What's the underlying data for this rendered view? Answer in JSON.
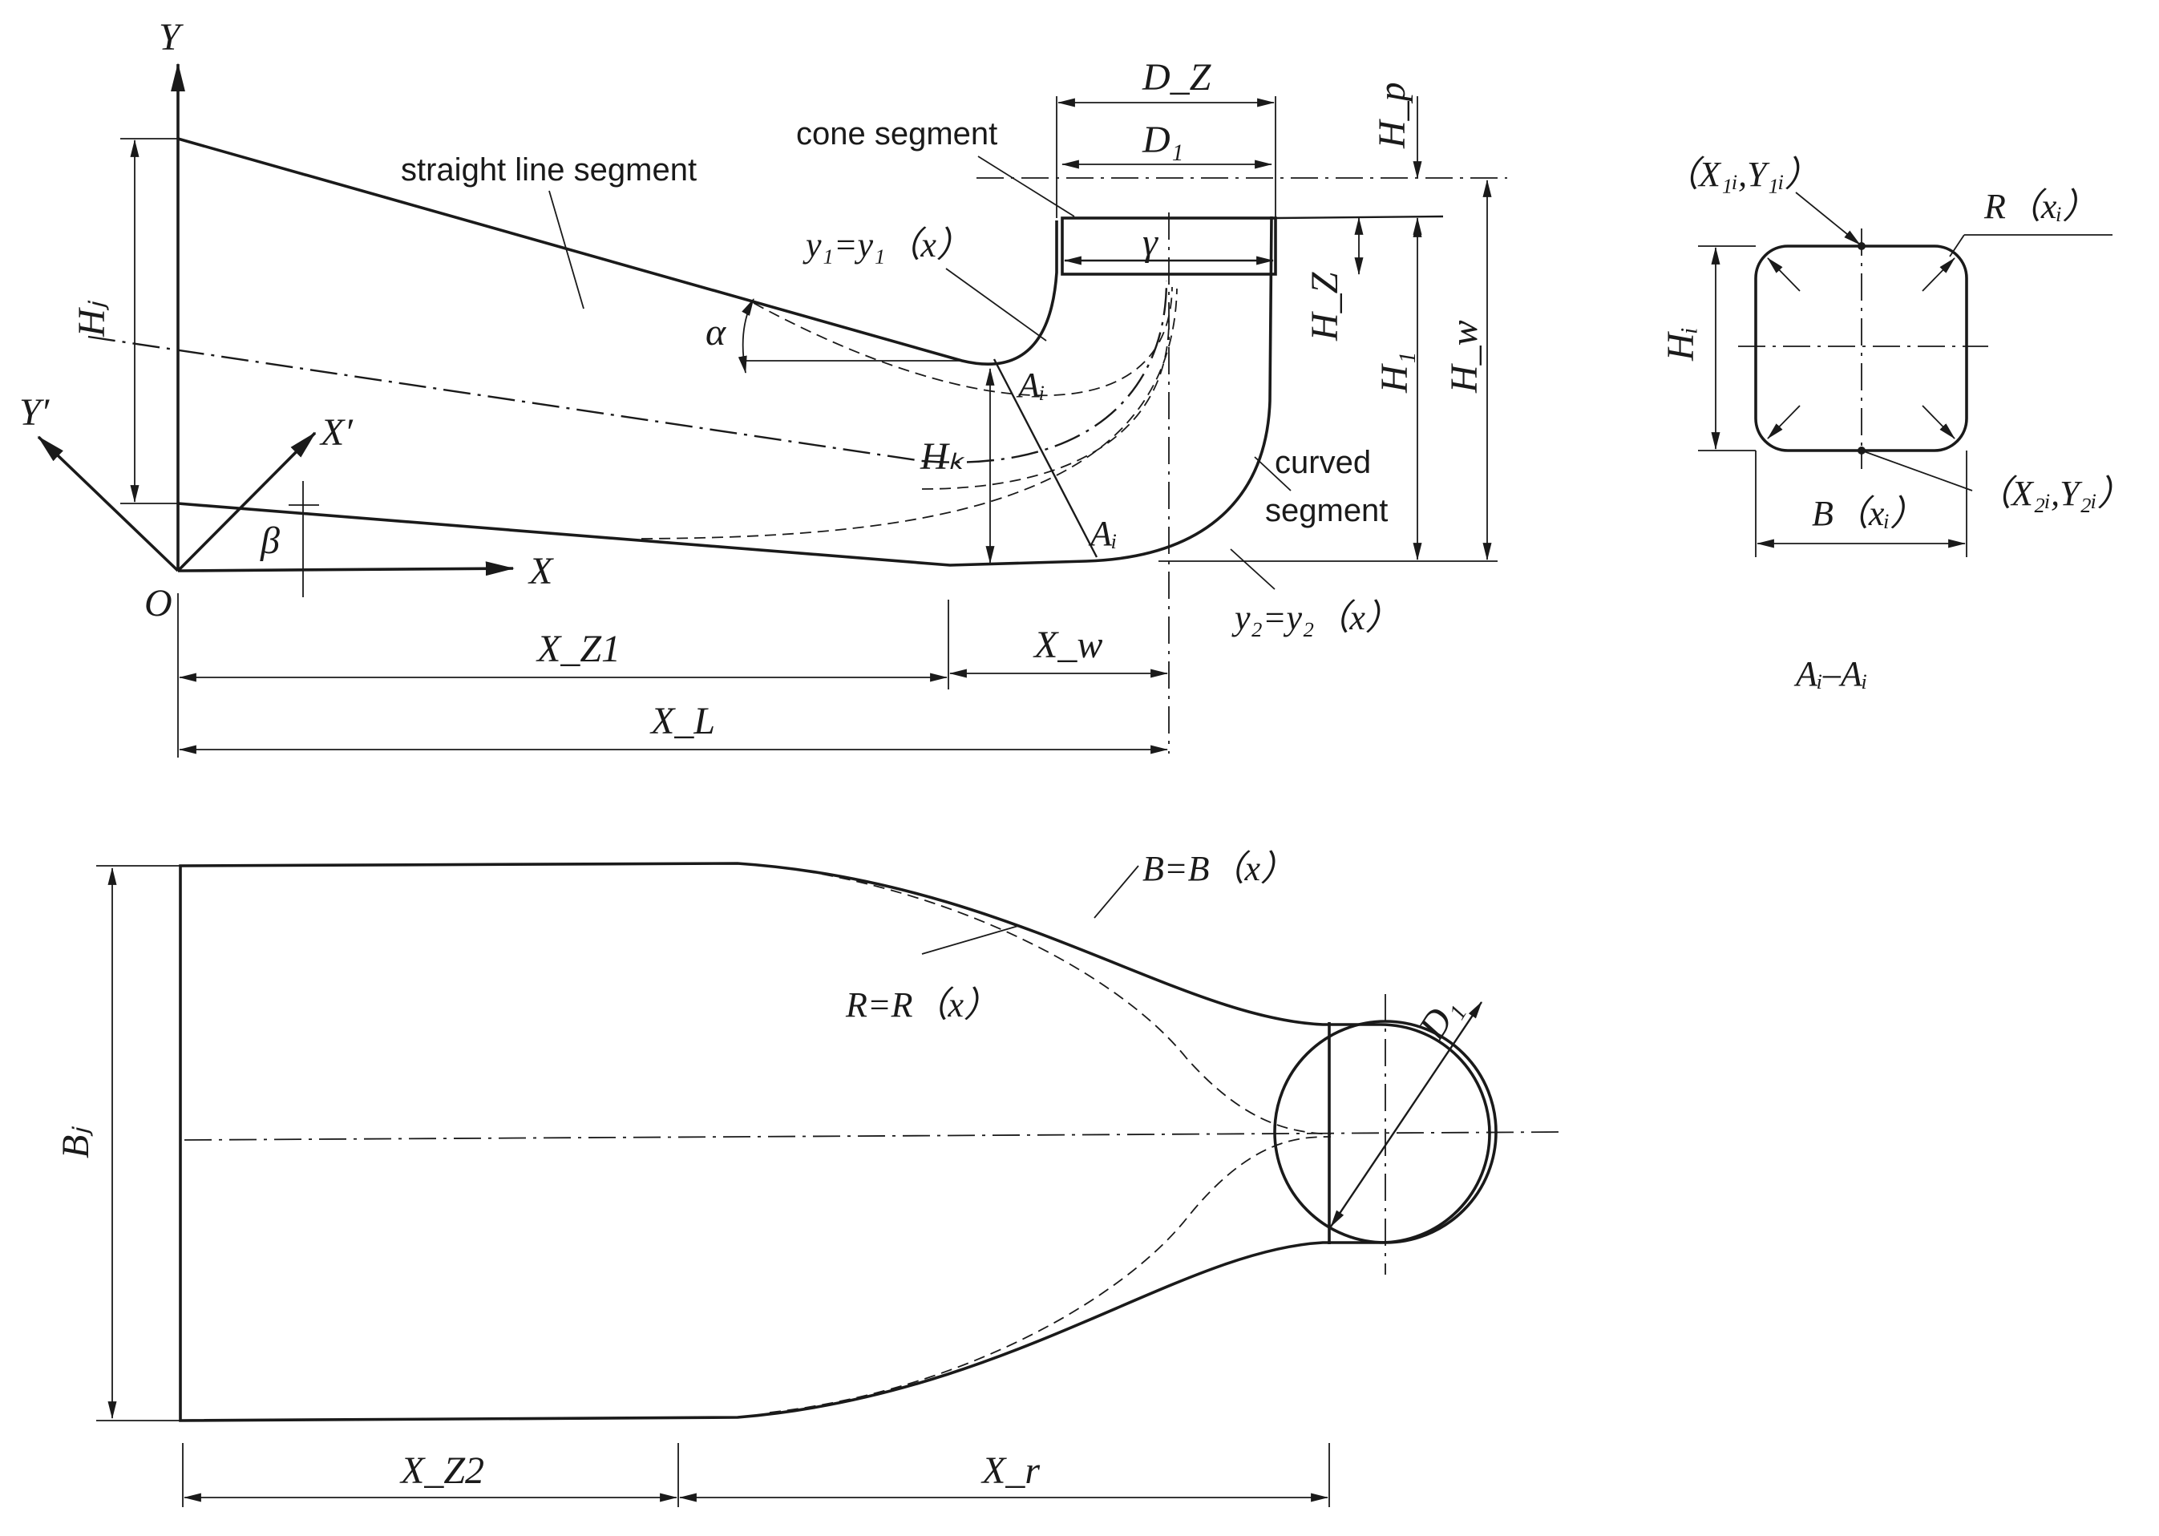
{
  "labels": {
    "axis_y": "Y",
    "axis_x": "X",
    "axis_y_prime": "Y′",
    "axis_x_prime": "X′",
    "origin": "O",
    "alpha": "α",
    "beta": "β",
    "gamma": "γ",
    "straight_line_segment": "straight line segment",
    "cone_segment": "cone segment",
    "curved_segment_line1": "curved",
    "curved_segment_line2": "segment",
    "y1_curve": "y₁=y₁（x）",
    "y2_curve": "y₂=y₂（x）",
    "section_mark_upper": "Aᵢ",
    "section_mark_lower": "Aᵢ",
    "hj": "Hⱼ",
    "hk": "Hₖ",
    "hz": "H_Z",
    "h1": "H₁",
    "hw": "H_w",
    "hp": "H_p",
    "dz": "D_Z",
    "d1_top": "D₁",
    "xz1": "X_Z1",
    "xw": "X_w",
    "xl": "X_L",
    "section_title": "Aᵢ–Aᵢ",
    "hi": "Hᵢ",
    "bxi": "B（xᵢ）",
    "rxi": "R（xᵢ）",
    "x1y1": "（X₁ᵢ,Y₁ᵢ）",
    "x2y2": "（X₂ᵢ,Y₂ᵢ）",
    "bj": "Bⱼ",
    "bx": "B=B（x）",
    "rx": "R=R（x）",
    "d1_plan": "D₁",
    "xz2": "X_Z2",
    "xr": "X_r"
  }
}
